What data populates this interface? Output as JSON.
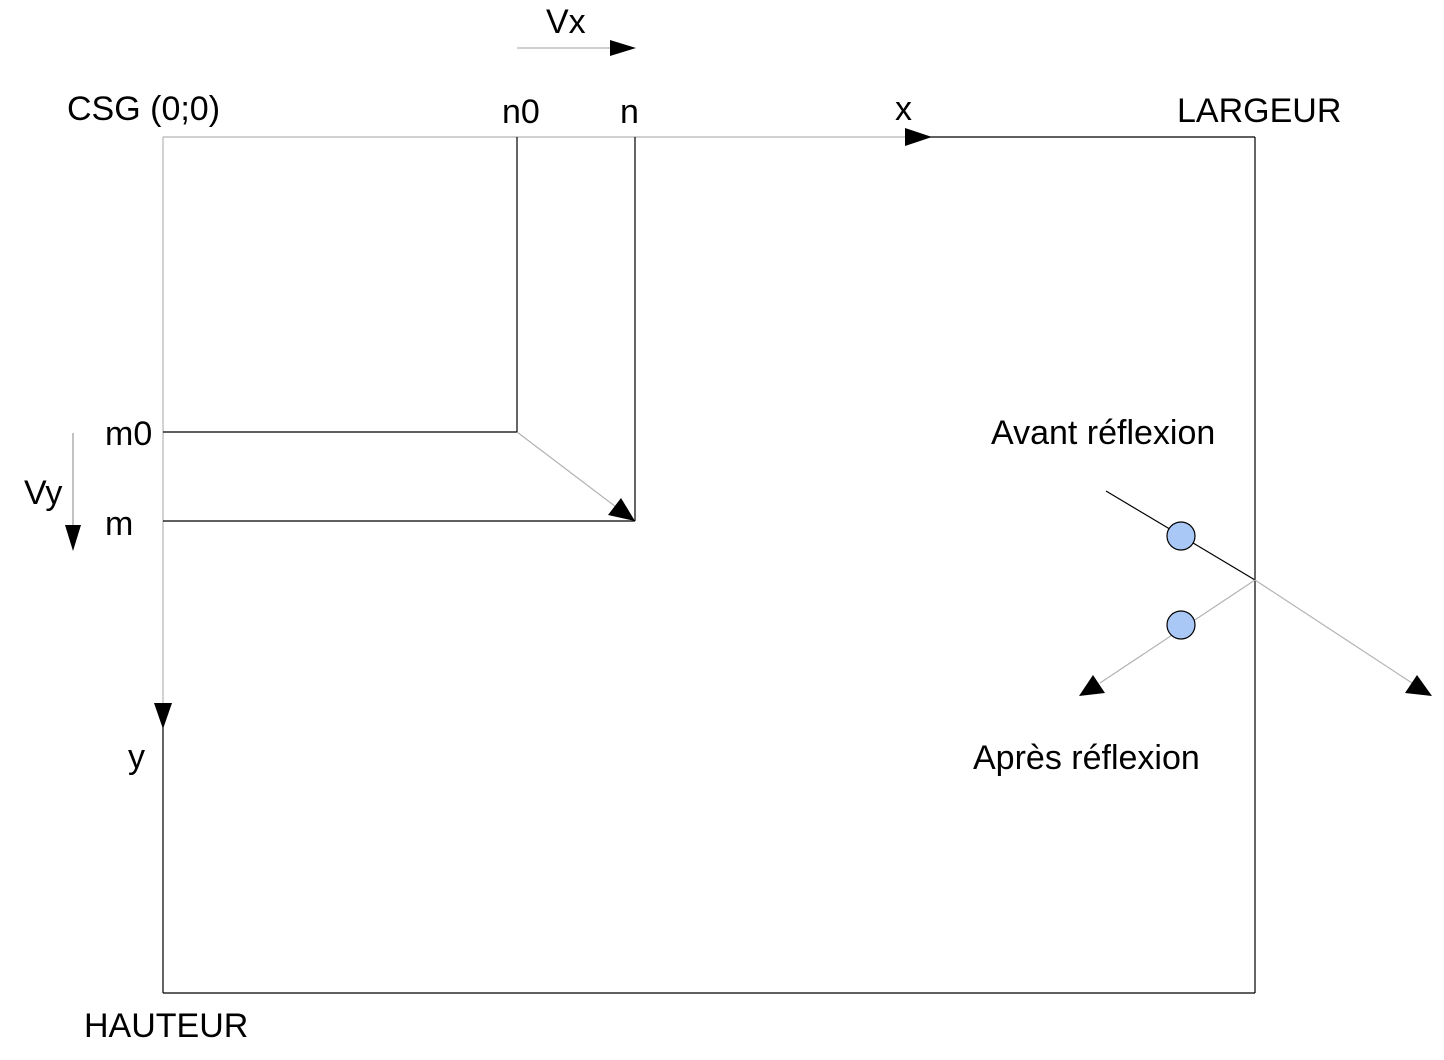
{
  "labels": {
    "origin": "CSG (0;0)",
    "vx": "Vx",
    "n0": "n0",
    "n": "n",
    "x_axis": "x",
    "width": "LARGEUR",
    "m0": "m0",
    "vy": "Vy",
    "m": "m",
    "y_axis": "y",
    "height": "HAUTEUR",
    "before_reflection": "Avant réflexion",
    "after_reflection": "Après réflexion"
  },
  "colors": {
    "ball_fill": "#a9c8f5",
    "line": "#000000",
    "light_line": "#b3b3b3"
  }
}
